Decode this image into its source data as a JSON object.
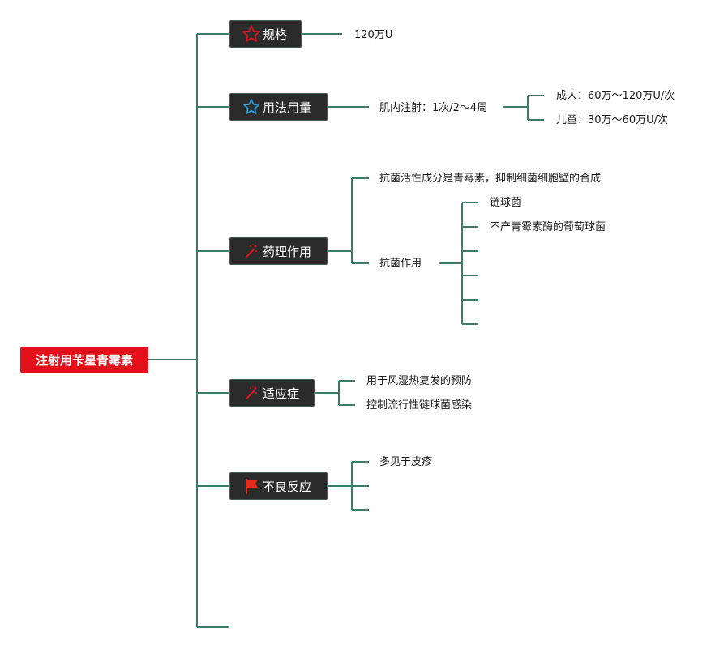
{
  "root": {
    "label": "注射用苄星青霉素"
  },
  "branches": [
    {
      "label": "规格",
      "icon": "star-outline-red-icon"
    },
    {
      "label": "用法用量",
      "icon": "star-outline-blue-icon"
    },
    {
      "label": "药理作用",
      "icon": "magic-wand-icon"
    },
    {
      "label": "适应症",
      "icon": "magic-wand-icon"
    },
    {
      "label": "不良反应",
      "icon": "red-flag-icon"
    }
  ],
  "leaves": {
    "spec": "120万U",
    "usage_main": "肌内注射：1次/2～4周",
    "usage_adult": "成人：60万～120万U/次",
    "usage_child": "儿童：30万～60万U/次",
    "pharm_1": "抗菌活性成分是青霉素，抑制细菌细胞壁的合成",
    "pharm_2": "抗菌作用",
    "pharm_2a": "链球菌",
    "pharm_2b": "不产青霉素酶的葡萄球菌",
    "ind_1": "用于风湿热复发的预防",
    "ind_2": "控制流行性链球菌感染",
    "adverse_1": "多见于皮疹"
  },
  "colors": {
    "root_bg": "#e3101b",
    "branch_bg": "#2b2b2b",
    "line": "#3e7a68",
    "star_red": "#e3101b",
    "star_blue": "#1f9bd7",
    "flag_red": "#e8291c"
  }
}
